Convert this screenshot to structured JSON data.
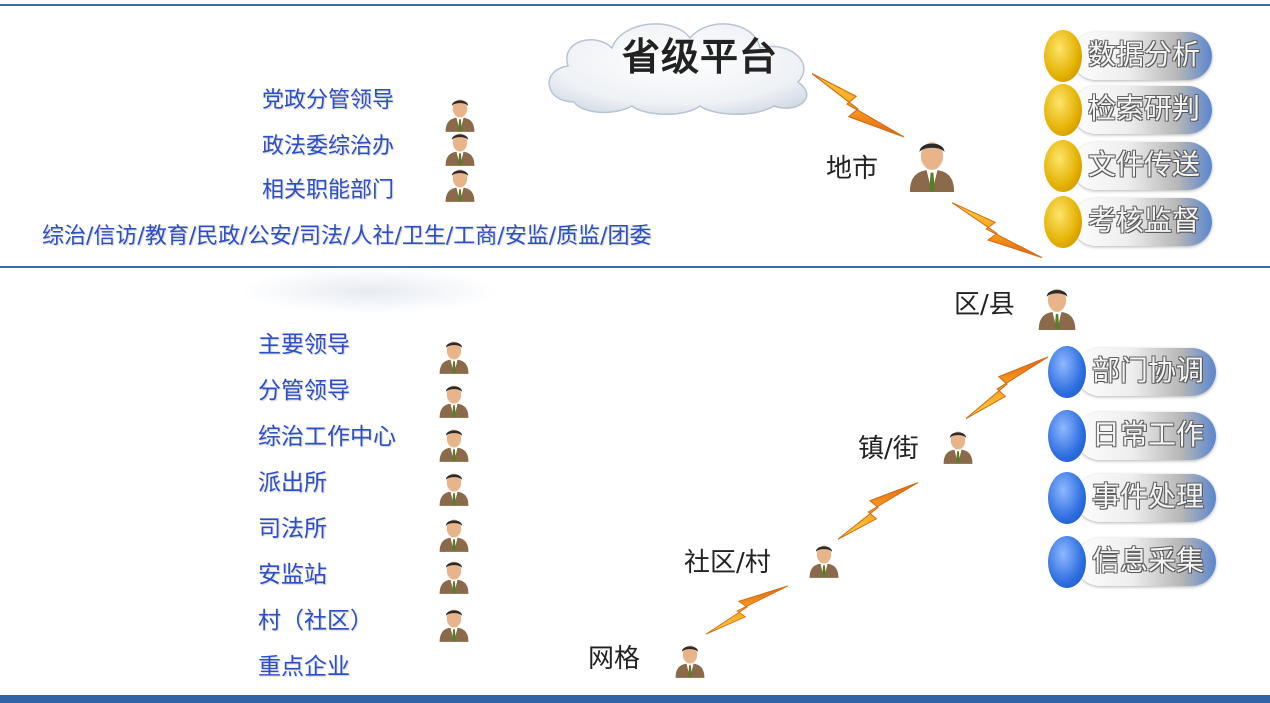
{
  "cloud": {
    "title": "省级平台"
  },
  "city": {
    "level": "地市",
    "roles": [
      "党政分管领导",
      "政法委综治办",
      "相关职能部门"
    ],
    "departments": "综治/信访/教育/民政/公安/司法/人社/卫生/工商/安监/质监/团委",
    "functions": [
      "数据分析",
      "检索研判",
      "文件传送",
      "考核监督"
    ]
  },
  "county": {
    "level": "区/县",
    "roles": [
      "主要领导",
      "分管领导",
      "综治工作中心",
      "派出所",
      "司法所",
      "安监站",
      "村（社区）",
      "重点企业"
    ],
    "functions": [
      "部门协调",
      "日常工作",
      "事件处理",
      "信息采集"
    ]
  },
  "levels": {
    "town": "镇/街",
    "community": "社区/村",
    "grid": "网格"
  },
  "colors": {
    "line": "#3b6ea8",
    "label": "#2d4fc4",
    "bolt": "#f2a21a",
    "gold": "#e2b000",
    "blue": "#2e6ee0"
  }
}
